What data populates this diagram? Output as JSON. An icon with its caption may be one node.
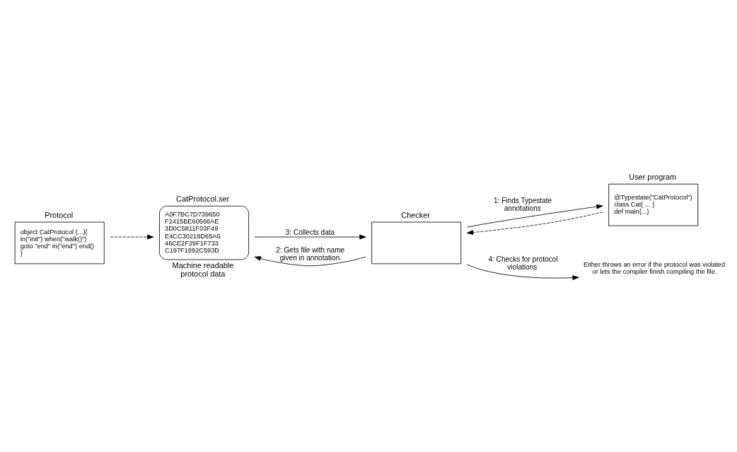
{
  "diagram": {
    "nodes": [
      {
        "text": [
          "Protocol",
          "object CatProtocol (...){ in(\"init\") when(\"walk()\") goto \"end\" in(\"end\") end() }"
        ]
      },
      {
        "text": [
          "User program",
          "@Typestate(\"CatProtocol\")",
          "class Cat{ ... }",
          "def main{...}"
        ]
      },
      {
        "text": [
          "Checker"
        ]
      },
      {
        "text": [
          "CatProtocol.ser",
          "A0F7BC7D739650 F2415BE60566AE 3D0C5811F03F49 E4CC30218D65A6 46CE2F29F1F733 C197F1892C593D"
        ],
        "beside": [
          "Machine readable protocol data"
        ]
      },
      {
        "text": [
          "Either throws an error if the protocol was violated or lets the compiler finish compiling the file."
        ]
      }
    ],
    "edges": [
      {
        "from": 0,
        "to": 3,
        "arrow": "to",
        "style": "dashed"
      },
      {
        "from": 1,
        "to": 2,
        "arrow": "to",
        "style": "dashed"
      },
      {
        "from": 2,
        "to": 1,
        "arrow": "to",
        "label": "1: Finds Typestate annotations"
      },
      {
        "from": 2,
        "to": 3,
        "arrow": "to",
        "label": "2: Gets file with name given in annotation"
      },
      {
        "from": 3,
        "to": 2,
        "arrow": "to",
        "label": "3: Collects data"
      },
      {
        "from": 2,
        "to": 4,
        "arrow": "to",
        "label": "4: Checks for protocol violations"
      }
    ]
  }
}
